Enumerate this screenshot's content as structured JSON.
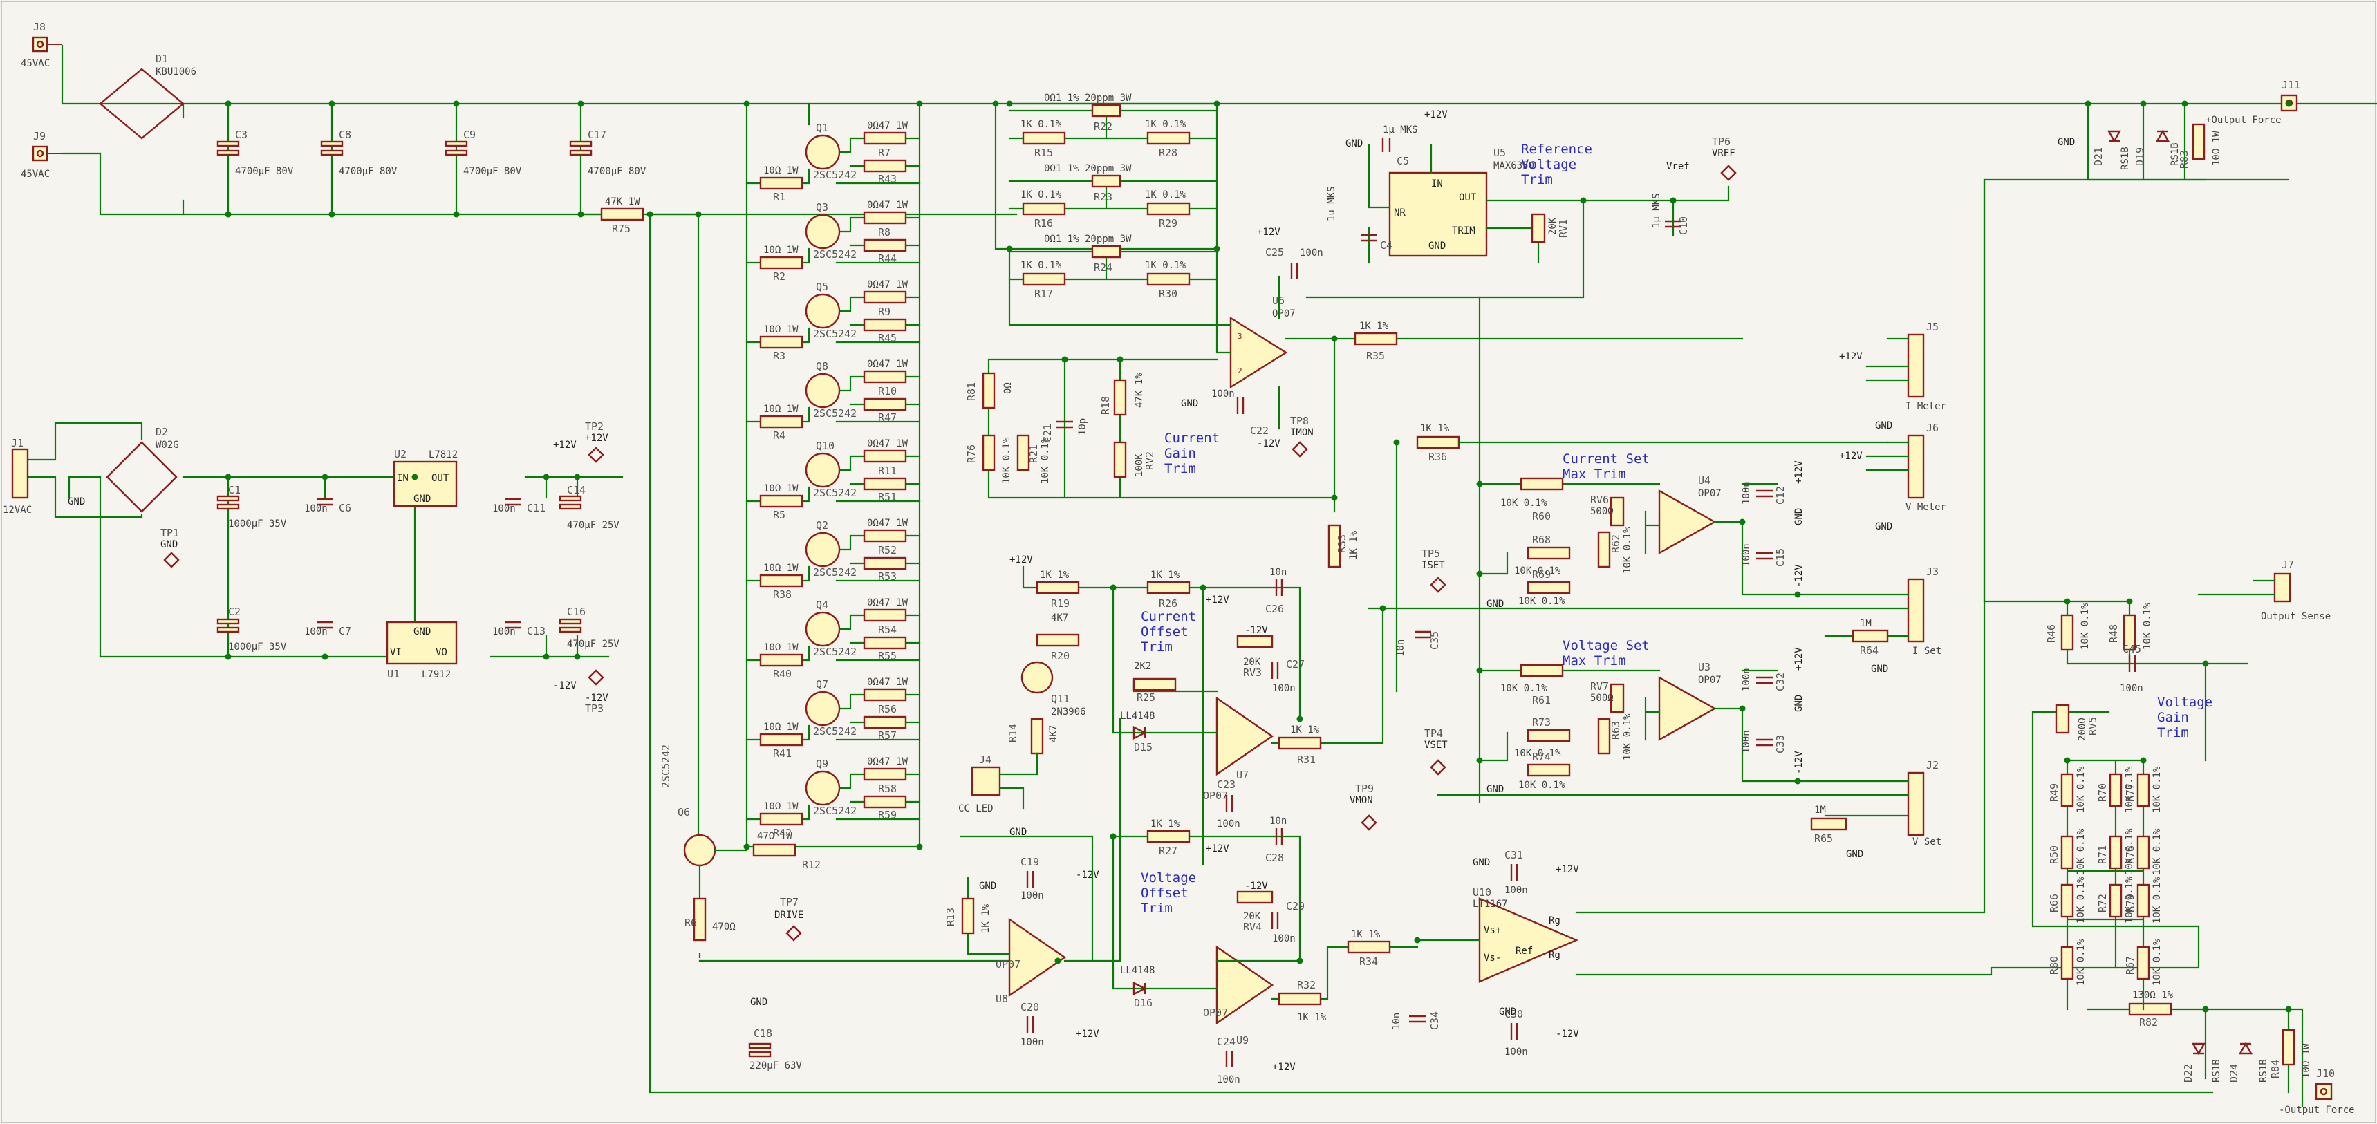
{
  "sources": [
    {
      "ref": "J8",
      "label": "45VAC"
    },
    {
      "ref": "J9",
      "label": "45VAC"
    },
    {
      "ref": "J1",
      "label": "12VAC"
    },
    {
      "ref": "J11",
      "label": "+Output Force"
    },
    {
      "ref": "J10",
      "label": "-Output Force"
    },
    {
      "ref": "J7",
      "label": "Output Sense"
    }
  ],
  "bridges": [
    {
      "ref": "D1",
      "value": "KBU1006"
    },
    {
      "ref": "D2",
      "value": "W02G"
    }
  ],
  "bulk_caps": [
    {
      "ref": "C3",
      "value": "4700µF 80V"
    },
    {
      "ref": "C8",
      "value": "4700µF 80V"
    },
    {
      "ref": "C9",
      "value": "4700µF 80V"
    },
    {
      "ref": "C17",
      "value": "4700µF 80V"
    }
  ],
  "reg_caps": [
    {
      "ref": "C1",
      "value": "1000µF 35V"
    },
    {
      "ref": "C2",
      "value": "1000µF 35V"
    },
    {
      "ref": "C6",
      "value": "100n"
    },
    {
      "ref": "C7",
      "value": "100n"
    },
    {
      "ref": "C11",
      "value": "100n"
    },
    {
      "ref": "C13",
      "value": "100n"
    },
    {
      "ref": "C14",
      "value": "470µF 25V"
    },
    {
      "ref": "C16",
      "value": "470µF 25V"
    }
  ],
  "regulators": [
    {
      "ref": "U2",
      "value": "L7812",
      "pins": [
        "IN",
        "OUT",
        "GND"
      ]
    },
    {
      "ref": "U1",
      "value": "L7912",
      "pins": [
        "VI",
        "VO",
        "GND"
      ]
    }
  ],
  "pass_transistors": [
    {
      "ref": "Q1",
      "value": "2SC5242",
      "base_r": "R1",
      "emitter_r": "R7",
      "bias_r": "R43"
    },
    {
      "ref": "Q3",
      "value": "2SC5242",
      "base_r": "R2",
      "emitter_r": "R8",
      "bias_r": "R44"
    },
    {
      "ref": "Q5",
      "value": "2SC5242",
      "base_r": "R3",
      "emitter_r": "R9",
      "bias_r": "R45"
    },
    {
      "ref": "Q8",
      "value": "2SC5242",
      "base_r": "R4",
      "emitter_r": "R10",
      "bias_r": "R47"
    },
    {
      "ref": "Q10",
      "value": "2SC5242",
      "base_r": "R5",
      "emitter_r": "R11",
      "bias_r": "R51"
    },
    {
      "ref": "Q2",
      "value": "2SC5242",
      "base_r": "R38",
      "emitter_r": "R52",
      "bias_r": "R53"
    },
    {
      "ref": "Q4",
      "value": "2SC5242",
      "base_r": "R40",
      "emitter_r": "R54",
      "bias_r": "R55"
    },
    {
      "ref": "Q7",
      "value": "2SC5242",
      "base_r": "R41",
      "emitter_r": "R56",
      "bias_r": "R57"
    },
    {
      "ref": "Q9",
      "value": "2SC5242",
      "base_r": "R42",
      "emitter_r": "R58",
      "bias_r": "R59"
    }
  ],
  "pass_values": {
    "base": "10Ω 1W",
    "emitter": "0Ω47 1W"
  },
  "driver": {
    "ref": "Q6",
    "value": "2SC5242",
    "r12": "R12",
    "r12_value": "47Ω 1W",
    "r6": "R6",
    "r6_value": "470Ω",
    "r75": "R75",
    "r75_value": "47K 1W",
    "c18": "C18",
    "c18_value": "220µF 63V"
  },
  "shunts": [
    {
      "ref": "R22",
      "value": "0Ω1 1% 20ppm 3W"
    },
    {
      "ref": "R23",
      "value": "0Ω1 1% 20ppm 3W"
    },
    {
      "ref": "R24",
      "value": "0Ω1 1% 20ppm 3W"
    }
  ],
  "shunt_sense": [
    {
      "ref": "R15",
      "value": "1K 0.1%"
    },
    {
      "ref": "R28",
      "value": "1K 0.1%"
    },
    {
      "ref": "R16",
      "value": "1K 0.1%"
    },
    {
      "ref": "R29",
      "value": "1K 0.1%"
    },
    {
      "ref": "R17",
      "value": "1K 0.1%"
    },
    {
      "ref": "R30",
      "value": "1K 0.1%"
    }
  ],
  "opamps": [
    {
      "ref": "U6",
      "value": "OP07"
    },
    {
      "ref": "U4",
      "value": "OP07"
    },
    {
      "ref": "U3",
      "value": "OP07"
    },
    {
      "ref": "U7",
      "value": "OP07"
    },
    {
      "ref": "U8",
      "value": "OP07"
    },
    {
      "ref": "U9",
      "value": "OP07"
    },
    {
      "ref": "U10",
      "value": "LT1167"
    }
  ],
  "reference": {
    "ref": "U5",
    "value": "MAX6350",
    "pins": [
      "NR",
      "IN",
      "OUT",
      "TRIM",
      "GND"
    ],
    "c5": "C5",
    "c5_value": "1µ MKS",
    "c4": "C4",
    "c4_value": "1u MKS",
    "c10": "C10",
    "c10_value": "1µ MKS",
    "rv1": "RV1",
    "rv1_value": "20K",
    "tp6": "TP6",
    "tp6_label": "VREF",
    "vref_net": "Vref"
  },
  "gain_trim": {
    "r81": "R81",
    "r81_value": "0Ω",
    "r76": "R76",
    "r76_value": "10K 0.1%",
    "r21": "R21",
    "r21_value": "10K 0.1%",
    "c21": "C21",
    "c21_value": "10p",
    "r18": "R18",
    "r18_value": "47K 1%",
    "rv2": "RV2",
    "rv2_value": "100K"
  },
  "u6_parts": {
    "c25": "C25",
    "c25_value": "100n",
    "c22": "C22",
    "c22_value": "100n",
    "r35": "R35",
    "r35_value": "1K 1%",
    "tp8": "TP8",
    "tp8_label": "IMON",
    "r33": "R33",
    "r33_value": "1K 1%",
    "r36": "R36",
    "r36_value": "1K 1%"
  },
  "current_set": {
    "r60": "R60",
    "r60_value": "10K 0.1%",
    "rv6": "RV6",
    "rv6_value": "500Ω",
    "r68": "R68",
    "r68_value": "10K 0.1%",
    "r69": "R69",
    "r69_value": "10K 0.1%",
    "r62": "R62",
    "r62_value": "10K 0.1%",
    "c12": "C12",
    "c12_value": "100n",
    "c15": "C15",
    "c15_value": "100n"
  },
  "voltage_set": {
    "r61": "R61",
    "r61_value": "10K 0.1%",
    "rv7": "RV7",
    "rv7_value": "500Ω",
    "r73": "R73",
    "r73_value": "10K 0.1%",
    "r74": "R74",
    "r74_value": "10K 0.1%",
    "r63": "R63",
    "r63_value": "10K 0.1%",
    "c32": "C32",
    "c32_value": "100n",
    "c33": "C33",
    "c33_value": "100n"
  },
  "connectors": [
    {
      "ref": "J5",
      "label": "I Meter"
    },
    {
      "ref": "J6",
      "label": "V Meter"
    },
    {
      "ref": "J3",
      "label": "I Set"
    },
    {
      "ref": "J2",
      "label": "V Set"
    },
    {
      "ref": "J4",
      "label": "CC LED"
    }
  ],
  "set_res": [
    {
      "ref": "R64",
      "value": "1M"
    },
    {
      "ref": "R65",
      "value": "1M"
    }
  ],
  "current_loop": {
    "r19": "R19",
    "r19_value": "1K 1%",
    "r20": "R20",
    "r20_value": "4K7",
    "r26": "R26",
    "r26_value": "1K 1%",
    "c26": "C26",
    "c26_value": "10n",
    "r25": "R25",
    "r25_value": "2K2",
    "q11": "Q11",
    "q11_value": "2N3906",
    "r14": "R14",
    "r14_value": "4K7",
    "d15": "D15",
    "d15_value": "LL4148",
    "rv3": "RV3",
    "rv3_value": "20K",
    "c27": "C27",
    "c27_value": "100n",
    "c23": "C23",
    "c23_value": "100n",
    "r31": "R31",
    "r31_value": "1K 1%",
    "c35": "C35",
    "c35_value": "10n",
    "tp5": "TP5",
    "tp5_label": "ISET"
  },
  "voltage_loop": {
    "r27": "R27",
    "r27_value": "1K 1%",
    "c28": "C28",
    "c28_value": "10n",
    "rv4": "RV4",
    "rv4_value": "20K",
    "c29": "C29",
    "c29_value": "100n",
    "c24": "C24",
    "c24_value": "100n",
    "d16": "D16",
    "d16_value": "LL4148",
    "r32": "R32",
    "r32_value": "1K 1%",
    "r34": "R34",
    "r34_value": "1K 1%",
    "c34": "C34",
    "c34_value": "10n",
    "tp9": "TP9",
    "tp9_label": "VMON",
    "tp4": "TP4",
    "tp4_label": "VSET"
  },
  "u8_parts": {
    "c19": "C19",
    "c19_value": "100n",
    "c20": "C20",
    "c20_value": "100n",
    "r13": "R13",
    "r13_value": "1K 1%",
    "tp7": "TP7",
    "tp7_label": "DRIVE"
  },
  "u10_parts": {
    "c31": "C31",
    "c31_value": "100n",
    "c30": "C30",
    "c30_value": "100n",
    "pins": [
      "Vs+",
      "Vs-",
      "Rg",
      "Rg",
      "Ref"
    ]
  },
  "output_stage": {
    "d21": "D21",
    "d21_value": "RS1B",
    "d19": "D19",
    "d19_value": "RS1B",
    "r83": "R83",
    "r83_value": "10Ω 1W",
    "d22": "D22",
    "d22_value": "RS1B",
    "d24": "D24",
    "d24_value": "RS1B",
    "r84": "R84",
    "r84_value": "10Ω 1W",
    "r46": "R46",
    "r46_value": "10K 0.1%",
    "r48": "R48",
    "r48_value": "10K 0.1%",
    "c45": "C45",
    "c45_value": "100n",
    "rv5": "RV5",
    "rv5_value": "200Ω",
    "r82": "R82",
    "r82_value": "130Ω 1%"
  },
  "gain_network": [
    {
      "ref": "R49",
      "value": "10K 0.1%"
    },
    {
      "ref": "R70",
      "value": "10K 0.1%"
    },
    {
      "ref": "R77",
      "value": "10K 0.1%"
    },
    {
      "ref": "R50",
      "value": "10K 0.1%"
    },
    {
      "ref": "R71",
      "value": "10K 0.1%"
    },
    {
      "ref": "R78",
      "value": "10K 0.1%"
    },
    {
      "ref": "R66",
      "value": "10K 0.1%"
    },
    {
      "ref": "R72",
      "value": "10K 0.1%"
    },
    {
      "ref": "R79",
      "value": "10K 0.1%"
    },
    {
      "ref": "R80",
      "value": "10K 0.1%"
    },
    {
      "ref": "R67",
      "value": "10K 0.1%"
    }
  ],
  "test_points": [
    {
      "ref": "TP1",
      "label": "GND"
    },
    {
      "ref": "TP2",
      "label": "+12V"
    },
    {
      "ref": "TP3",
      "label": "-12V"
    }
  ],
  "nets": {
    "gnd": "GND",
    "pos": "+12V",
    "neg": "-12V"
  },
  "notes": [
    {
      "text": "Reference\nVoltage\nTrim"
    },
    {
      "text": "Current\nGain\nTrim"
    },
    {
      "text": "Current Set\nMax Trim"
    },
    {
      "text": "Voltage Set\nMax Trim"
    },
    {
      "text": "Current\nOffset\nTrim"
    },
    {
      "text": "Voltage\nOffset\nTrim"
    },
    {
      "text": "Voltage\nGain\nTrim"
    }
  ]
}
